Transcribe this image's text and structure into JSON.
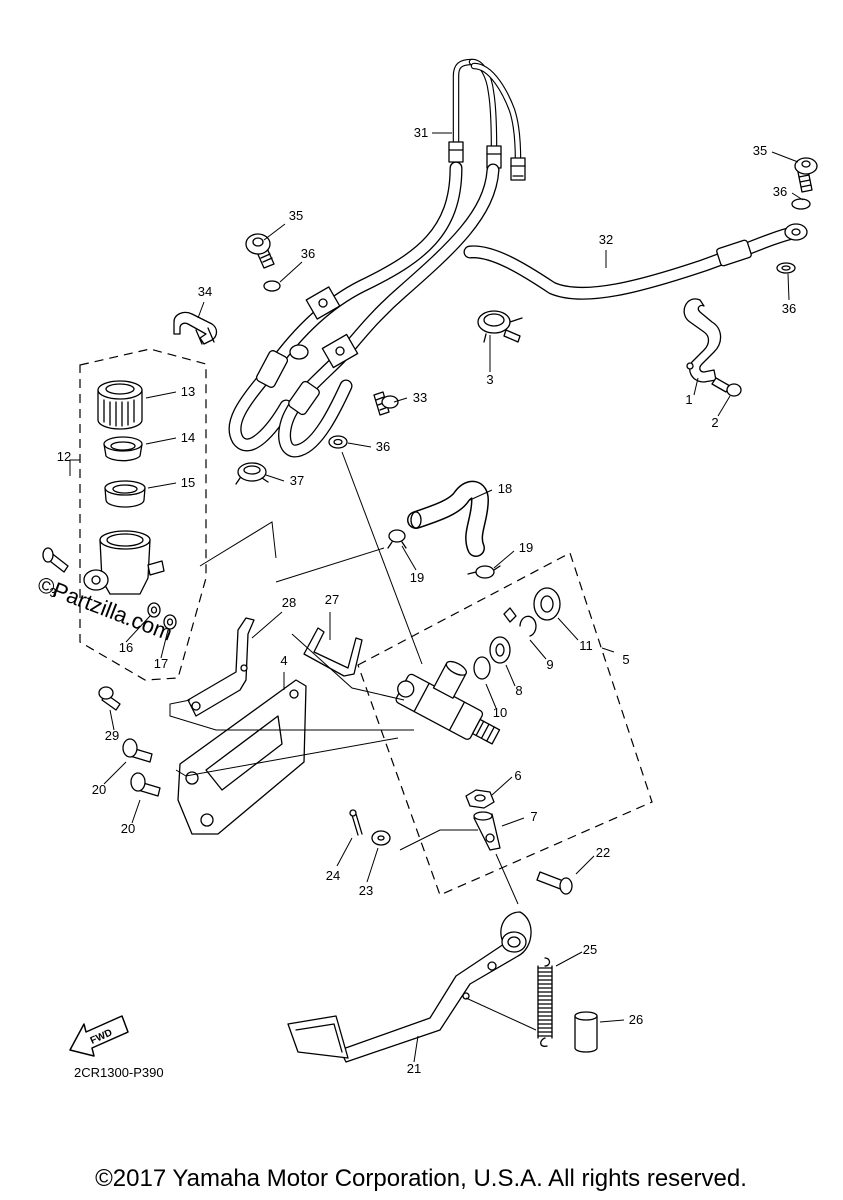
{
  "diagram_code": "2CR1300-P390",
  "fwd_label": "FWD",
  "copyright": "©2017 Yamaha Motor Corporation, U.S.A. All rights reserved.",
  "watermark": "©Partzilla.com",
  "callouts": [
    "31",
    "35",
    "36",
    "34",
    "13",
    "14",
    "12",
    "15",
    "37",
    "33",
    "36",
    "3",
    "32",
    "35",
    "36",
    "36",
    "1",
    "2",
    "18",
    "19",
    "19",
    "11",
    "9",
    "5",
    "8",
    "10",
    "28",
    "27",
    "16",
    "17",
    "3",
    "4",
    "29",
    "20",
    "20",
    "6",
    "7",
    "22",
    "24",
    "23",
    "25",
    "26",
    "21"
  ]
}
